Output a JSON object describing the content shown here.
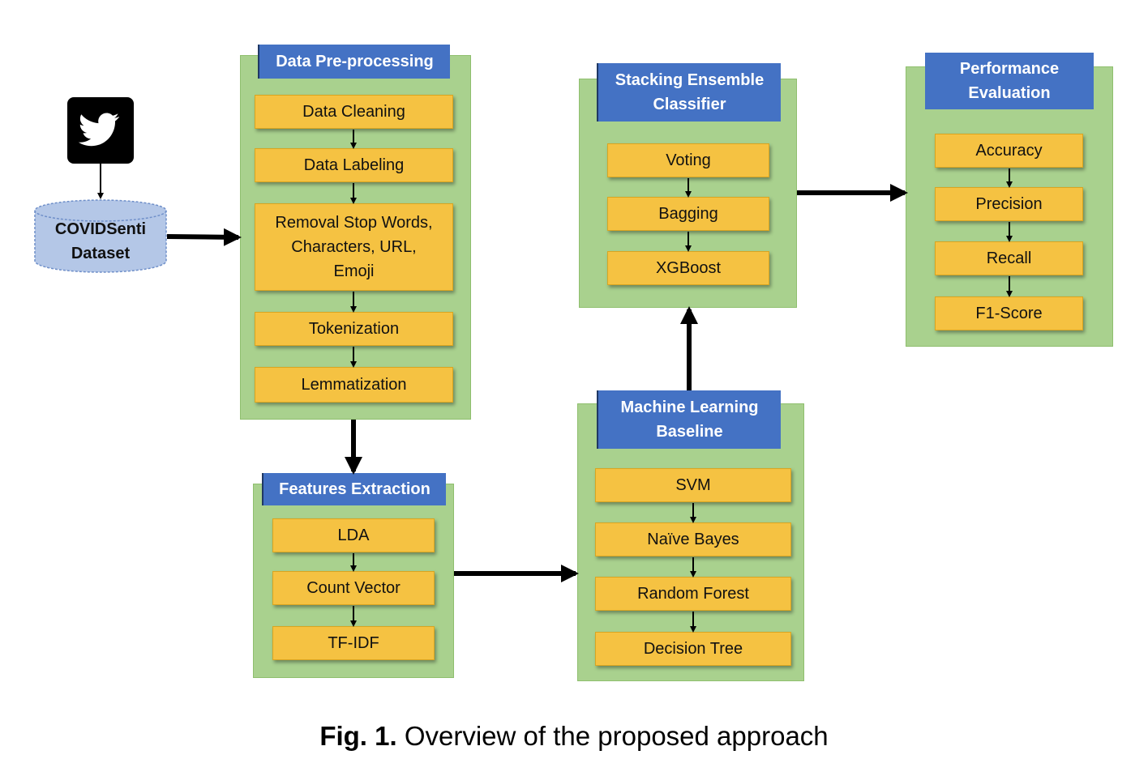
{
  "source": {
    "icon": "twitter-bird-icon",
    "dataset_label": "COVIDSenti\nDataset",
    "dataset_line1": "COVIDSenti",
    "dataset_line2": "Dataset"
  },
  "panels": {
    "preprocessing": {
      "title": "Data Pre-processing",
      "steps": [
        "Data Cleaning",
        "Data Labeling",
        "Removal Stop Words, Characters, URL, Emoji",
        "Tokenization",
        "Lemmatization"
      ]
    },
    "features": {
      "title": "Features Extraction",
      "steps": [
        "LDA",
        "Count Vector",
        "TF-IDF"
      ]
    },
    "ml_baseline": {
      "title_line1": "Machine Learning",
      "title_line2": "Baseline",
      "steps": [
        "SVM",
        "Naïve Bayes",
        "Random Forest",
        "Decision Tree"
      ]
    },
    "stacking": {
      "title_line1": "Stacking Ensemble",
      "title_line2": "Classifier",
      "steps": [
        "Voting",
        "Bagging",
        "XGBoost"
      ]
    },
    "evaluation": {
      "title_line1": "Performance",
      "title_line2": "Evaluation",
      "steps": [
        "Accuracy",
        "Precision",
        "Recall",
        "F1-Score"
      ]
    }
  },
  "preprocessing_removal_lines": [
    "Removal Stop Words,",
    "Characters, URL,",
    "Emoji"
  ],
  "caption": {
    "label": "Fig. 1.",
    "text": " Overview of the proposed approach"
  },
  "colors": {
    "panel_bg": "#a9d18e",
    "header_bg": "#4472c4",
    "step_bg": "#f5c242",
    "arrow": "#000000",
    "cylinder": "#b4c7e7"
  }
}
